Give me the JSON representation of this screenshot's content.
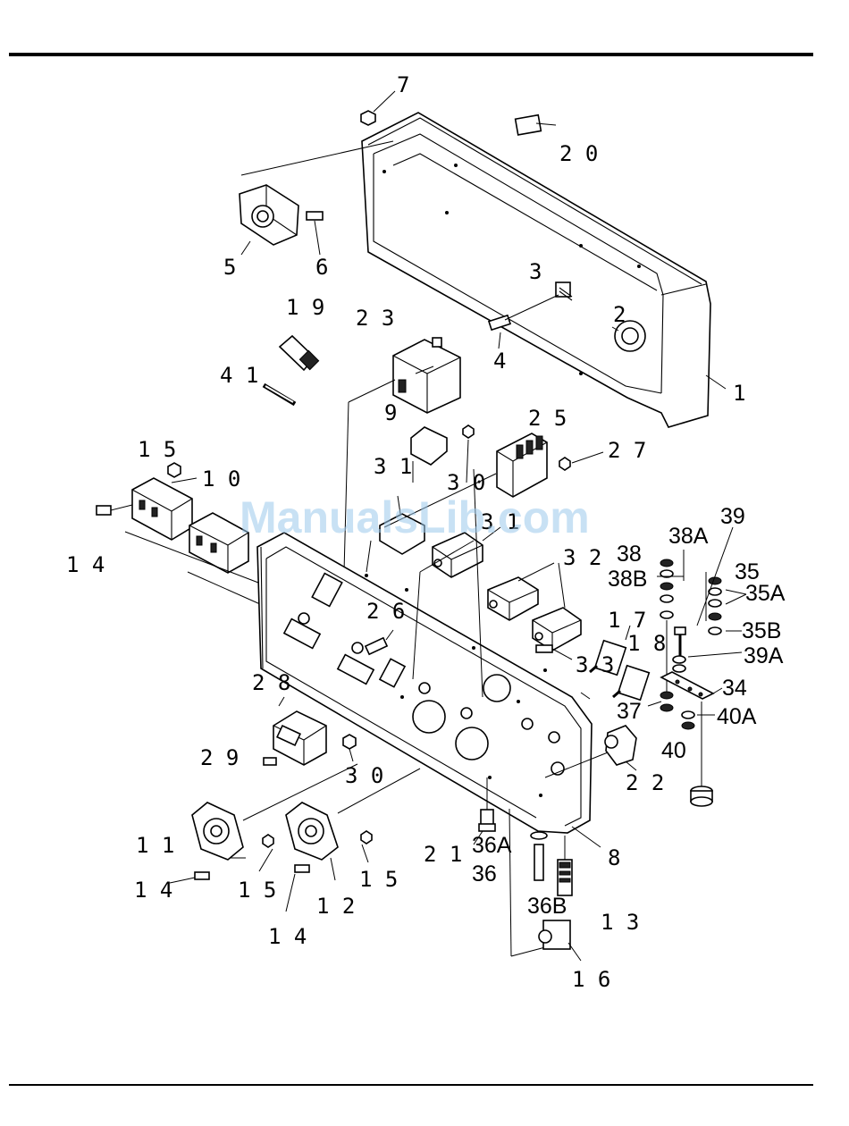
{
  "watermark": "ManualsLib.com",
  "callouts": [
    {
      "id": "c7",
      "text": "7"
    },
    {
      "id": "c20",
      "text": "2 0"
    },
    {
      "id": "c5",
      "text": "5"
    },
    {
      "id": "c6",
      "text": "6"
    },
    {
      "id": "c3",
      "text": "3"
    },
    {
      "id": "c2",
      "text": "2"
    },
    {
      "id": "c4",
      "text": "4"
    },
    {
      "id": "c1",
      "text": "1"
    },
    {
      "id": "c19",
      "text": "1 9"
    },
    {
      "id": "c23",
      "text": "2 3"
    },
    {
      "id": "c41",
      "text": "4 1"
    },
    {
      "id": "c9",
      "text": "9"
    },
    {
      "id": "c25",
      "text": "2 5"
    },
    {
      "id": "c27",
      "text": "2 7"
    },
    {
      "id": "c15a",
      "text": "1 5"
    },
    {
      "id": "c10",
      "text": "1 0"
    },
    {
      "id": "c31a",
      "text": "3 1"
    },
    {
      "id": "c30a",
      "text": "3 0"
    },
    {
      "id": "c14a",
      "text": "1 4"
    },
    {
      "id": "c31b",
      "text": "3 1"
    },
    {
      "id": "c32",
      "text": "3 2"
    },
    {
      "id": "c26",
      "text": "2 6"
    },
    {
      "id": "c17",
      "text": "1 7"
    },
    {
      "id": "c18",
      "text": "1 8"
    },
    {
      "id": "c33",
      "text": "3 3"
    },
    {
      "id": "c28",
      "text": "2 8"
    },
    {
      "id": "c29",
      "text": "2 9"
    },
    {
      "id": "c30b",
      "text": "3 0"
    },
    {
      "id": "c22",
      "text": "2 2"
    },
    {
      "id": "c11",
      "text": "1 1"
    },
    {
      "id": "c14b",
      "text": "1 4"
    },
    {
      "id": "c15b",
      "text": "1 5"
    },
    {
      "id": "c12",
      "text": "1 2"
    },
    {
      "id": "c15c",
      "text": "1 5"
    },
    {
      "id": "c14c",
      "text": "1 4"
    },
    {
      "id": "c21",
      "text": "2 1"
    },
    {
      "id": "c8",
      "text": "8"
    },
    {
      "id": "c13",
      "text": "1 3"
    },
    {
      "id": "c16",
      "text": "1 6"
    },
    {
      "id": "c36A",
      "text": "36A"
    },
    {
      "id": "c36",
      "text": "36"
    },
    {
      "id": "c36B",
      "text": "36B"
    },
    {
      "id": "c39",
      "text": "39"
    },
    {
      "id": "c38A",
      "text": "38A"
    },
    {
      "id": "c38",
      "text": "38"
    },
    {
      "id": "c38B",
      "text": "38B"
    },
    {
      "id": "c35",
      "text": "35"
    },
    {
      "id": "c35A",
      "text": "35A"
    },
    {
      "id": "c35B",
      "text": "35B"
    },
    {
      "id": "c39A",
      "text": "39A"
    },
    {
      "id": "c34",
      "text": "34"
    },
    {
      "id": "c37",
      "text": "37"
    },
    {
      "id": "c40A",
      "text": "40A"
    },
    {
      "id": "c40",
      "text": "40"
    }
  ]
}
